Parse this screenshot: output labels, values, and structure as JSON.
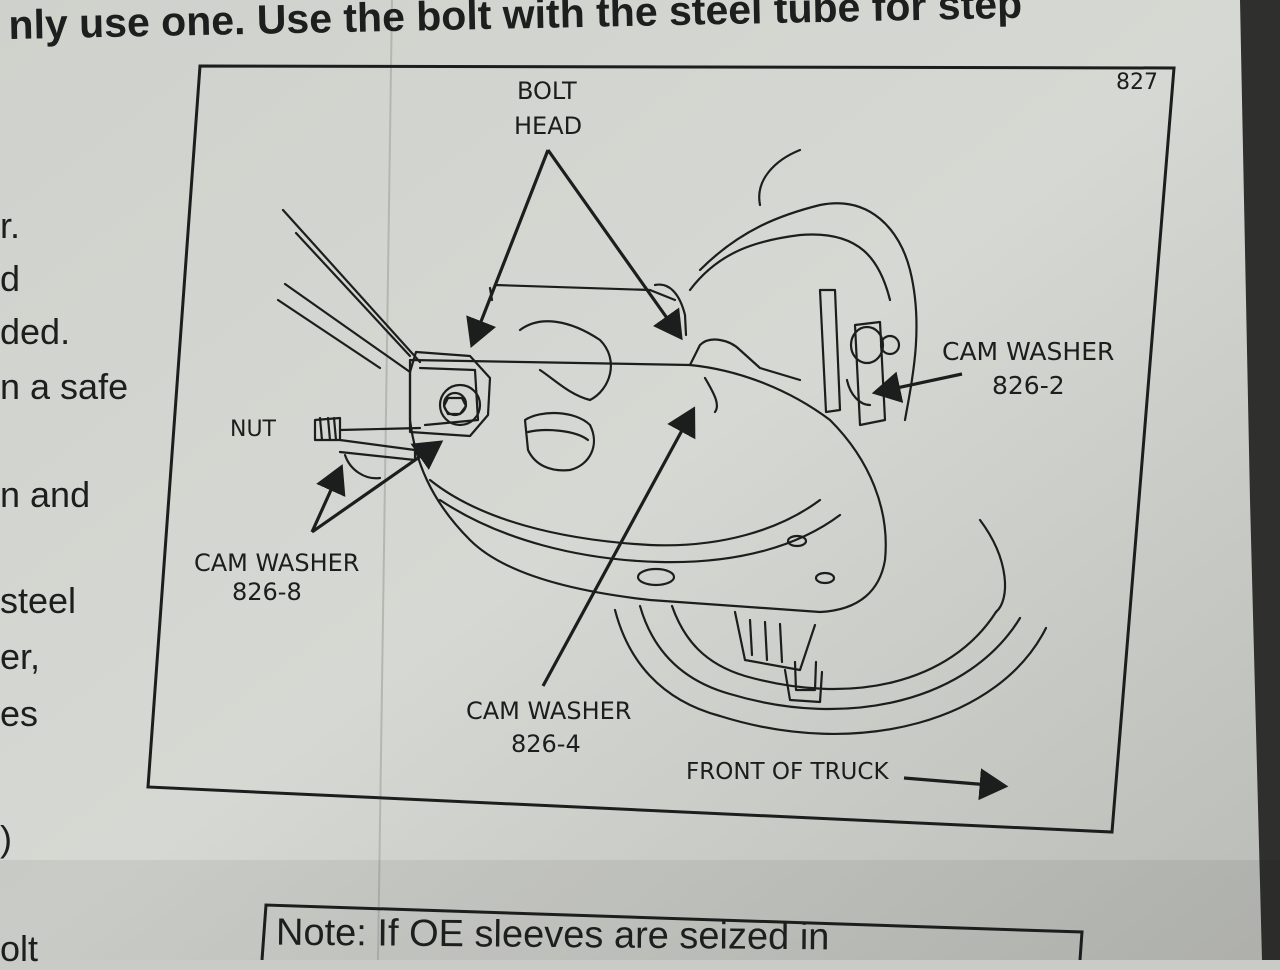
{
  "page": {
    "heading": "nly use one. Use the bolt with the steel tube for step",
    "margin_fragments": [
      "r.",
      "d",
      "ded.",
      "n a safe",
      "n and",
      "steel",
      "er,",
      "es",
      ")",
      "olt"
    ],
    "note_text": "Note: If OE sleeves are seized in"
  },
  "diagram": {
    "figure_number": "827",
    "labels": {
      "bolt_head_line1": "BOLT",
      "bolt_head_line2": "HEAD",
      "nut": "NUT",
      "cam_washer": "CAM WASHER",
      "cam_washer_826_2": "826-2",
      "cam_washer_826_8": "826-8",
      "cam_washer_826_4": "826-4",
      "front_of_truck": "FRONT OF TRUCK"
    }
  },
  "colors": {
    "paper": "#d4d6d1",
    "ink": "#1c1d1d",
    "background": "#3a3b38"
  }
}
